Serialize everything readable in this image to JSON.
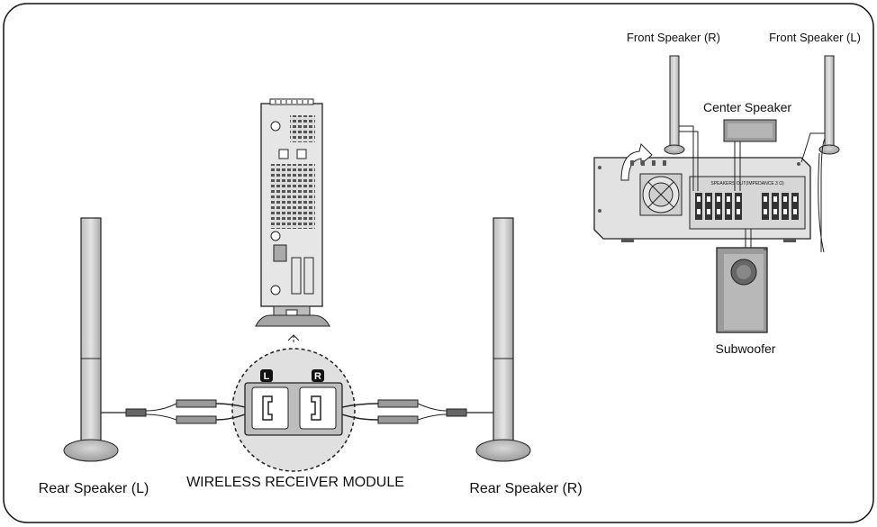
{
  "labels": {
    "front_speaker_r": "Front Speaker (R)",
    "front_speaker_l": "Front Speaker (L)",
    "center_speaker": "Center Speaker",
    "subwoofer": "Subwoofer",
    "rear_speaker_l": "Rear Speaker (L)",
    "rear_speaker_r": "Rear Speaker (R)",
    "wireless_receiver_module": "WIRELESS RECEIVER MODULE",
    "speakers_out": "SPEAKERS OUT(IMPEDANCE 3 Ω)"
  },
  "module_port_labels": {
    "left": "L",
    "right": "R"
  },
  "colors": {
    "outline": "#222222",
    "speaker_light": "#cfcfcf",
    "speaker_dark": "#9a9a9a",
    "panel": "#dedede"
  }
}
